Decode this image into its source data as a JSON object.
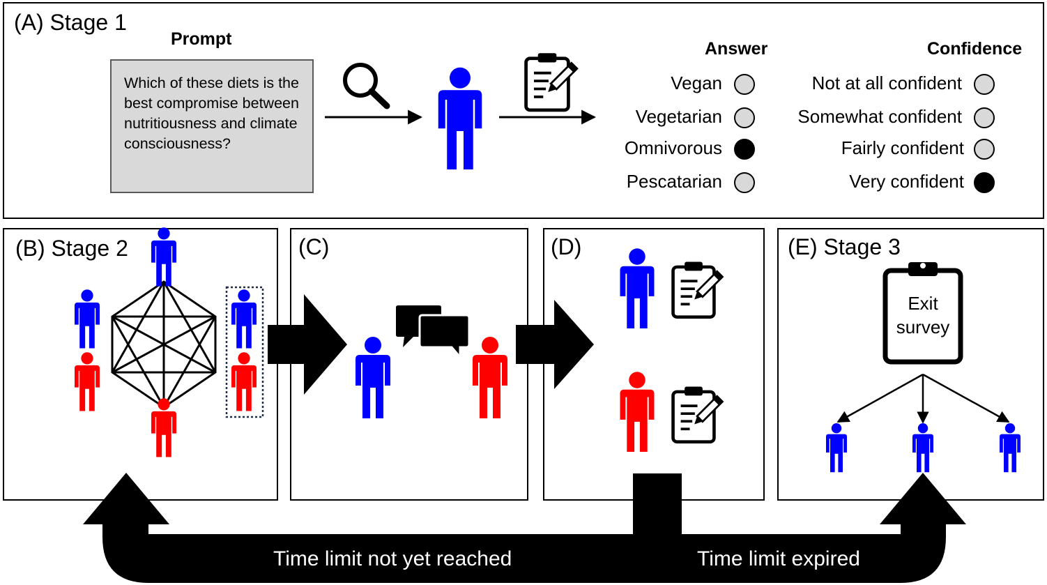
{
  "stage1": {
    "title": "(A) Stage 1",
    "prompt_header": "Prompt",
    "prompt_text": "Which of these diets is the best compromise between nutritiousness and climate consciousness?",
    "answer_header": "Answer",
    "confidence_header": "Confidence",
    "answers": [
      {
        "label": "Vegan",
        "selected": false
      },
      {
        "label": "Vegetarian",
        "selected": false
      },
      {
        "label": "Omnivorous",
        "selected": true
      },
      {
        "label": "Pescatarian",
        "selected": false
      }
    ],
    "confidence": [
      {
        "label": "Not at all confident",
        "selected": false
      },
      {
        "label": "Somewhat confident",
        "selected": false
      },
      {
        "label": "Fairly confident",
        "selected": false
      },
      {
        "label": "Very confident",
        "selected": true
      }
    ]
  },
  "stage2": {
    "title": "(B) Stage 2"
  },
  "panel_c": {
    "title": "(C)"
  },
  "panel_d": {
    "title": "(D)"
  },
  "stage3": {
    "title": "(E) Stage 3",
    "survey_line1": "Exit",
    "survey_line2": "survey"
  },
  "loop": {
    "not_reached": "Time limit not yet reached",
    "expired": "Time limit expired"
  },
  "colors": {
    "blue": "#0000ff",
    "red": "#ff0000",
    "black": "#000000",
    "gray": "#d9d9d9"
  },
  "icons": [
    "magnifier-icon",
    "clipboard-pencil-icon",
    "person-icon",
    "chat-bubbles-icon",
    "clipboard-icon"
  ]
}
